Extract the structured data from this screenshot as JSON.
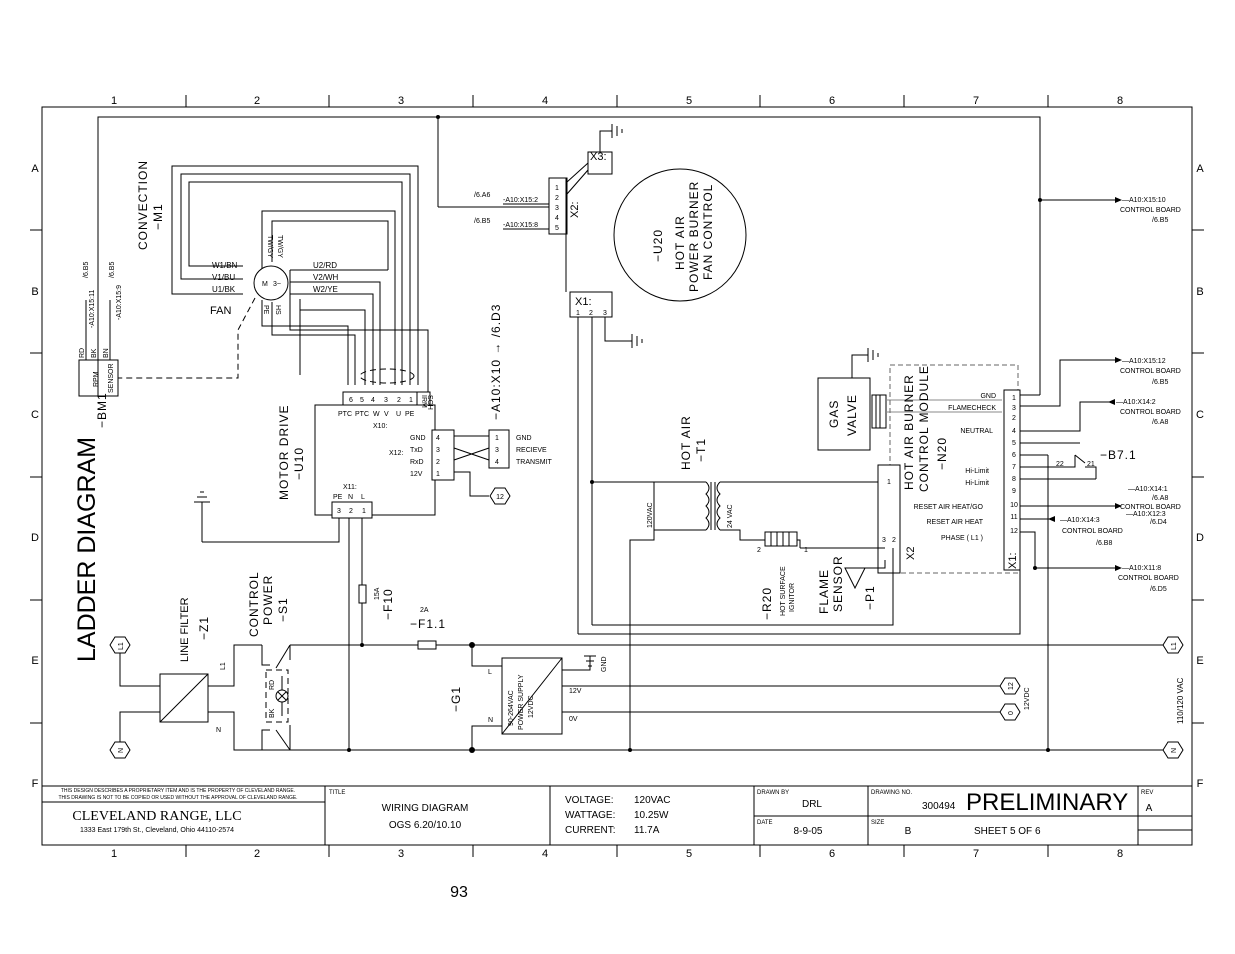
{
  "diagram_title": "LADDER DIAGRAM",
  "page_number": "93",
  "preliminary": "PRELIMINARY",
  "grid": {
    "columns": [
      "1",
      "2",
      "3",
      "4",
      "5",
      "6",
      "7",
      "8"
    ],
    "rows": [
      "A",
      "B",
      "C",
      "D",
      "E",
      "F"
    ]
  },
  "components": {
    "convection_motor": {
      "name": "CONVECTION",
      "tag": "−M1",
      "fan_label": "FAN",
      "motor_symbol": "M",
      "motor_phase": "3~",
      "wires": [
        "W1/BN",
        "V1/BU",
        "U1/BK",
        "U2/RD",
        "V2/WH",
        "W2/YE"
      ],
      "pins_top": [
        "TW/GY",
        "TW/GY"
      ],
      "pins_bottom": [
        "PE",
        "HS"
      ]
    },
    "rpm_sensor": {
      "tag": "−BM1",
      "label_1": "RPM",
      "label_2": "SENSOR",
      "wires": [
        "RD",
        "BK",
        "BN"
      ],
      "refs": [
        "/6.B5",
        "/6.B5"
      ],
      "ref_lines": [
        "-A10:X15:11",
        "-A10:X15:9"
      ]
    },
    "motor_drive": {
      "name": "MOTOR DRIVE",
      "tag": "−U10",
      "x10_pins": [
        "6",
        "5",
        "4",
        "3",
        "2",
        "1"
      ],
      "x10_labels": [
        "PTC",
        "PTC",
        "W",
        "V",
        "U",
        "PE"
      ],
      "x10": "X10:",
      "x10_side": "SCH",
      "x10_side2": "IRM",
      "x12": "X12:",
      "x12_pins": [
        "4",
        "3",
        "2",
        "1"
      ],
      "x12_labels": [
        "GND",
        "TxD",
        "RxD",
        "12V"
      ],
      "x11": "X11:",
      "x11_pins": [
        "3",
        "2",
        "1"
      ],
      "x11_labels": [
        "PE",
        "N",
        "L"
      ],
      "out_pins": [
        "1",
        "3",
        "4"
      ],
      "out_labels": [
        "GND",
        "RECIEVE",
        "TRANSMIT"
      ],
      "ref": "−A10:X10 → /6.D3",
      "bubble": "12"
    },
    "burner_fan": {
      "name_1": "HOT AIR",
      "name_2": "POWER BURNER",
      "name_3": "FAN CONTROL",
      "tag": "−U20",
      "x3": "X3:",
      "x2": "X2:",
      "x2_pins": [
        "1",
        "2",
        "3",
        "4",
        "5"
      ],
      "x1": "X1:",
      "x1_pins": [
        "1",
        "2",
        "3"
      ],
      "refs": [
        "/6.A6",
        "/6.B5"
      ],
      "ref_lines": [
        "-A10:X15:2",
        "-A10:X15:8"
      ]
    },
    "gas_valve": {
      "label_1": "GAS",
      "label_2": "VALVE"
    },
    "control_module": {
      "name_1": "HOT AIR BURNER",
      "name_2": "CONTROL MODULE",
      "tag": "−N20",
      "x1": "X1:",
      "x2": "X2",
      "x2_pins": [
        "1",
        "2",
        "3"
      ],
      "pin_labels": [
        "GND",
        "FLAMECHECK",
        "NEUTRAL",
        "Hi-Limit",
        "Hi-Limit",
        "RESET AIR HEAT/GO",
        "RESET AIR HEAT",
        "PHASE ( L1 )"
      ],
      "pins": [
        "1",
        "2",
        "3",
        "4",
        "5",
        "6",
        "7",
        "8",
        "9",
        "10",
        "11",
        "12"
      ]
    },
    "transformer": {
      "name_1": "HOT AIR",
      "tag": "−T1",
      "primary": "120VAC",
      "secondary": "24 VAC"
    },
    "ignitor": {
      "tag": "−R20",
      "label_1": "HOT SURFACE",
      "label_2": "IGNITOR",
      "pins": [
        "2",
        "1"
      ]
    },
    "flame_sensor": {
      "label_1": "FLAME",
      "label_2": "SENSOR",
      "tag": "−P1"
    },
    "thermostat": {
      "tag": "−B7.1",
      "pins": [
        "22",
        "21"
      ]
    },
    "fuse_f10": {
      "rating": "15A",
      "tag": "−F10"
    },
    "fuse_f1": {
      "rating": "2A",
      "tag": "−F1.1"
    },
    "line_filter": {
      "name": "LINE FILTER",
      "tag": "−Z1",
      "l": "L1",
      "n": "N"
    },
    "control_power": {
      "name_1": "CONTROL",
      "name_2": "POWER",
      "tag": "−S1",
      "wires": [
        "RD",
        "BK"
      ]
    },
    "power_supply": {
      "tag": "−G1",
      "label_1": "90-264VAC",
      "label_2": "POWER SUPPLY",
      "label_3": "12VDC",
      "terminals": [
        "L",
        "N",
        "GND",
        "12V",
        "0V"
      ]
    },
    "rails": {
      "l1": "L1",
      "n": "N",
      "v12": "12",
      "v0": "0",
      "right_label": "110/120 VAC",
      "dc_label": "12VDC"
    },
    "gnd": "GND"
  },
  "control_board_refs": [
    {
      "line": "—A10:X15:10",
      "label": "CONTROL BOARD",
      "ref": "/6.B5"
    },
    {
      "line": "—A10:X15:12",
      "label": "CONTROL BOARD",
      "ref": "/6.B5"
    },
    {
      "line": "—A10:X14:2",
      "label": "CONTROL BOARD",
      "ref": "/6.A8"
    },
    {
      "line": "—A10:X14:1",
      "label": "CONTROL BOARD",
      "ref": "/6.A8"
    },
    {
      "line": "—A10:X12:3",
      "label": "",
      "ref": "/6.D4"
    },
    {
      "line": "—A10:X14:3",
      "label": "CONTROL BOARD",
      "ref": "/6.B8"
    },
    {
      "line": "—A10:X11:8",
      "label": "CONTROL BOARD",
      "ref": "/6.D5"
    }
  ],
  "title_block": {
    "notice_1": "THIS DESIGN DESCRIBES A PROPRIETARY ITEM AND IS THE PROPERTY OF CLEVELAND RANGE.",
    "notice_2": "THIS DRAWING IS NOT TO BE COPIED OR USED WITHOUT THE APPROVAL OF CLEVELAND RANGE.",
    "company": "CLEVELAND RANGE, LLC",
    "address": "1333 East 179th St., Cleveland, Ohio 44110-2574",
    "title_caption": "TITLE",
    "title_1": "WIRING DIAGRAM",
    "title_2": "OGS 6.20/10.10",
    "voltage_label": "VOLTAGE:",
    "voltage": "120VAC",
    "wattage_label": "WATTAGE:",
    "wattage": "10.25W",
    "current_label": "CURRENT:",
    "current": "11.7A",
    "drawn_by_caption": "DRAWN BY",
    "drawn_by": "DRL",
    "date_caption": "DATE",
    "date": "8-9-05",
    "drawing_no_caption": "DRAWING NO.",
    "drawing_no": "300494",
    "size_caption": "SIZE",
    "size": "B",
    "sheet": "SHEET  5   OF   6",
    "rev_caption": "REV",
    "rev": "A"
  }
}
